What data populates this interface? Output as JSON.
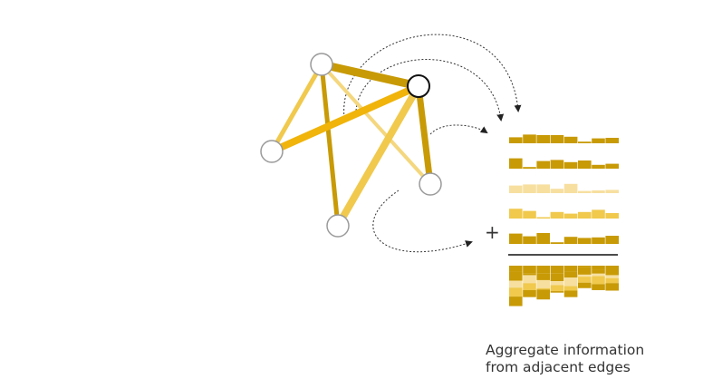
{
  "caption": {
    "line1": "Aggregate information",
    "line2": "from adjacent edges"
  },
  "operator_symbol": "+",
  "colors": {
    "edge_palette": [
      "#c89a05",
      "#f0b40a",
      "#f0c94d",
      "#f4d77e"
    ],
    "node_fill": "#ffffff",
    "node_stroke": "#9a9a9a",
    "highlight_stroke": "#111111",
    "arrow": "#333333"
  },
  "edge_feature_rows": [
    {
      "color": "#c89a05",
      "levels": [
        0.55,
        0.8,
        0.75,
        0.75,
        0.6,
        0.15,
        0.45,
        0.5
      ]
    },
    {
      "color": "#c89a05",
      "levels": [
        0.95,
        0.15,
        0.7,
        0.8,
        0.6,
        0.75,
        0.35,
        0.45
      ]
    },
    {
      "color": "#f7dfa0",
      "levels": [
        0.7,
        0.8,
        0.8,
        0.4,
        0.85,
        0.2,
        0.25,
        0.3
      ]
    },
    {
      "color": "#f0c94d",
      "levels": [
        0.9,
        0.7,
        0.1,
        0.6,
        0.45,
        0.6,
        0.8,
        0.5
      ]
    },
    {
      "color": "#c89a05",
      "levels": [
        0.95,
        0.7,
        1.0,
        0.15,
        0.65,
        0.55,
        0.6,
        0.75
      ]
    }
  ]
}
